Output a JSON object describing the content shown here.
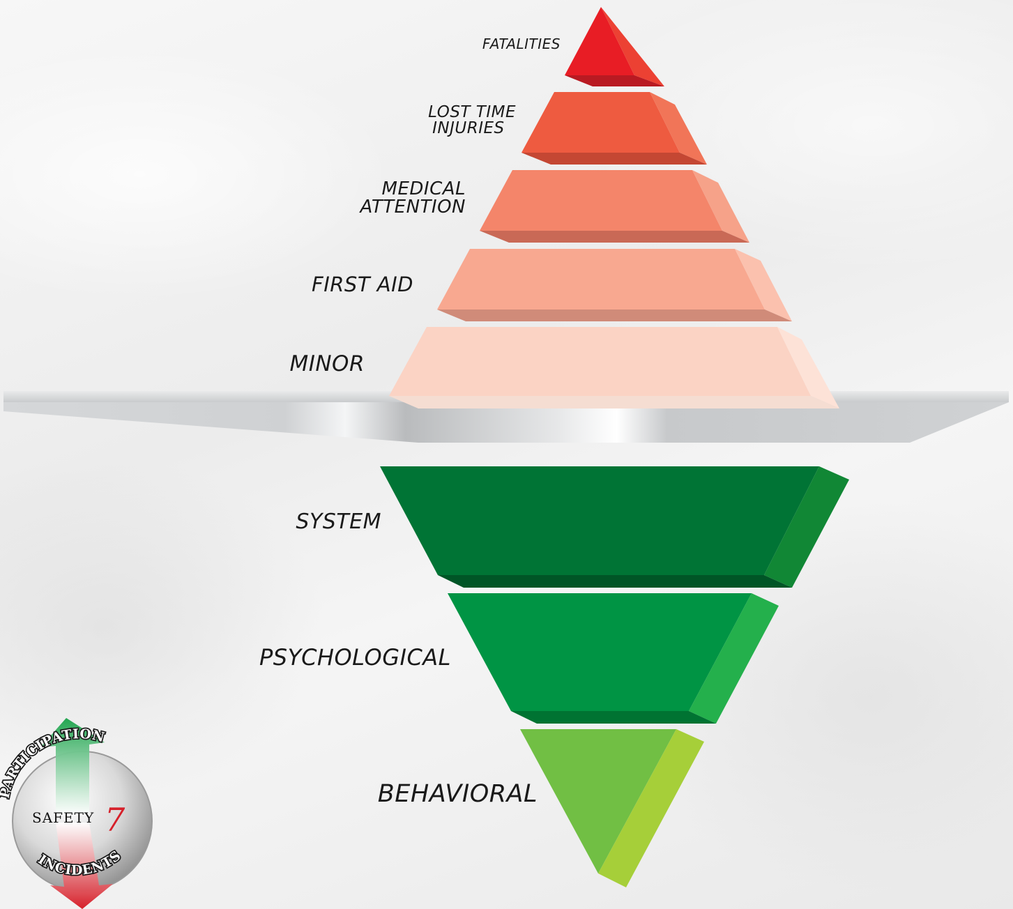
{
  "above_levels": [
    {
      "label_lines": [
        "FATALITIES"
      ],
      "face": "#e81d25",
      "side": "#ec4133",
      "bottom": "#b91a22"
    },
    {
      "label_lines": [
        "LOST TIME",
        "INJURIES"
      ],
      "face": "#ee5b40",
      "side": "#f17558",
      "bottom": "#c44733"
    },
    {
      "label_lines": [
        "MEDICAL",
        "ATTENTION"
      ],
      "face": "#f4856a",
      "side": "#f6a289",
      "bottom": "#c96956"
    },
    {
      "label_lines": [
        "FIRST AID"
      ],
      "face": "#f8a890",
      "side": "#fbc1ae",
      "bottom": "#d08b79"
    },
    {
      "label_lines": [
        "MINOR"
      ],
      "face": "#fbd3c4",
      "side": "#fde2d7",
      "bottom": "#f5ddd2"
    }
  ],
  "below_levels": [
    {
      "label_lines": [
        "SYSTEM"
      ],
      "face": "#007435",
      "side": "#118735",
      "bottom": "#005526"
    },
    {
      "label_lines": [
        "PSYCHOLOGICAL"
      ],
      "face": "#009444",
      "side": "#24b04c",
      "bottom": "#007332"
    },
    {
      "label_lines": [
        "BEHAVIORAL"
      ],
      "face": "#71bf44",
      "side": "#a6cf39"
    }
  ],
  "logo": {
    "top_text": "PARTICIPATION",
    "middle_text": "SAFETY",
    "number": "7",
    "bottom_text": "INCIDENTS",
    "arrow_up_color": "#23a651",
    "arrow_down_color": "#d6202a",
    "number_color": "#d6202a"
  }
}
